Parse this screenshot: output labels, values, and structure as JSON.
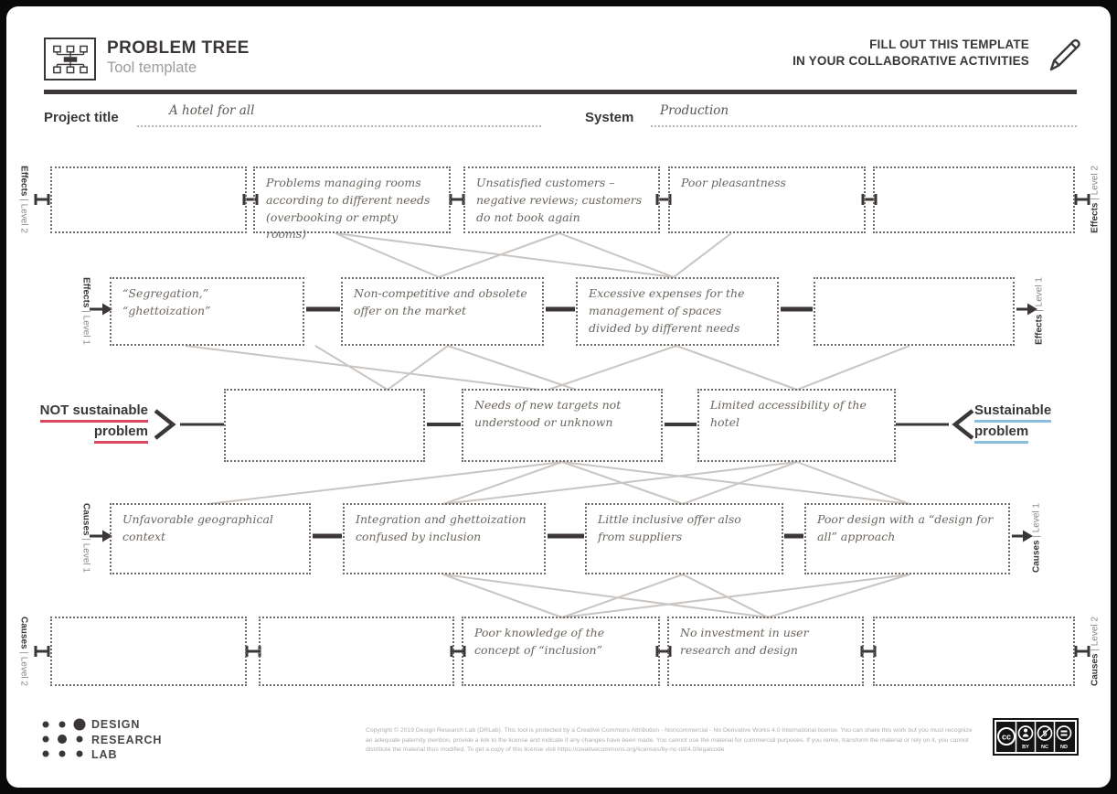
{
  "header": {
    "title": "PROBLEM TREE",
    "subtitle": "Tool template",
    "cta_line1": "FILL OUT THIS TEMPLATE",
    "cta_line2": "IN YOUR COLLABORATIVE ACTIVITIES"
  },
  "fields": {
    "project_title_label": "Project title",
    "project_title_value": "A hotel for all",
    "system_label": "System",
    "system_value": "Production"
  },
  "center_labels": {
    "not_sustainable_line1": "NOT sustainable",
    "not_sustainable_line2": "problem",
    "sustainable_line1": "Sustainable",
    "sustainable_line2": "problem"
  },
  "side_labels": {
    "effects": "Effects",
    "causes": "Causes",
    "level1": "| Level 1",
    "level2": "| Level 2"
  },
  "rows": {
    "effects_level2": [
      "",
      "Problems managing rooms according to different needs (overbooking or empty rooms)",
      "Unsatisfied customers – negative reviews; customers do not book again",
      "Poor pleasantness",
      ""
    ],
    "effects_level1": [
      "“Segregation,” “ghettoization”",
      "Non-competitive and obsolete offer on the market",
      "Excessive expenses for the management of spaces divided by different needs",
      ""
    ],
    "central": [
      "",
      "Needs of new targets not understood or unknown",
      "Limited accessibility of the hotel"
    ],
    "causes_level1": [
      "Unfavorable geographical context",
      "Integration and ghettoization confused by inclusion",
      "Little inclusive offer also from suppliers",
      "Poor design with a “design for all” approach"
    ],
    "causes_level2": [
      "",
      "",
      "Poor knowledge of the concept of “inclusion”",
      "No investment in user research and design",
      ""
    ]
  },
  "footer": {
    "logo_line1": "DESIGN",
    "logo_line2": "RESEARCH",
    "logo_line3": "LAB",
    "copyright": "Copyright © 2019 Design Research Lab (DRLab). This tool is protected by a Creative Commons Attribution - Noncommercial - No Derivative Works 4.0 International license. You can share this work but you must recognize an adequate paternity mention, provide a link to the license and indicate if any changes have been made. You cannot use the material for commercial purposes. If you remix, transform the material or rely on it, you cannot distribute the material thus modified. To get a copy of this license visit https://creativecommons.org/licenses/by-nc-nd/4.0/legalcode",
    "cc_by": "BY",
    "cc_nc": "NC",
    "cc_nd": "ND"
  },
  "colors": {
    "ink": "#3a3736",
    "box_text": "#6b655f",
    "red_accent": "#d8485e",
    "blue_accent": "#8abede",
    "line_gray": "#c9c5c2"
  }
}
